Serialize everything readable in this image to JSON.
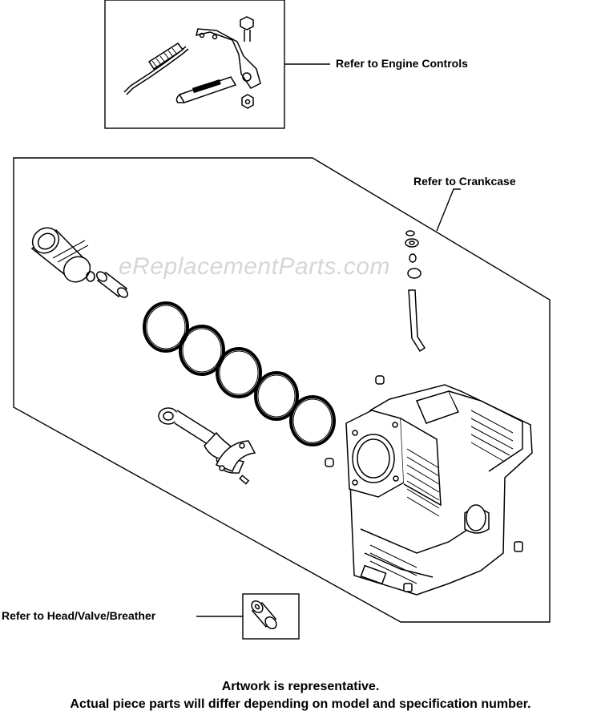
{
  "callouts": {
    "engine_controls": "Refer to Engine Controls",
    "crankcase": "Refer to Crankcase",
    "head_valve_breather": "Refer to Head/Valve/Breather"
  },
  "watermark": "eReplacementParts.com",
  "footer": {
    "line1": "Artwork is representative.",
    "line2": "Actual piece parts will differ depending on model and specification number."
  }
}
